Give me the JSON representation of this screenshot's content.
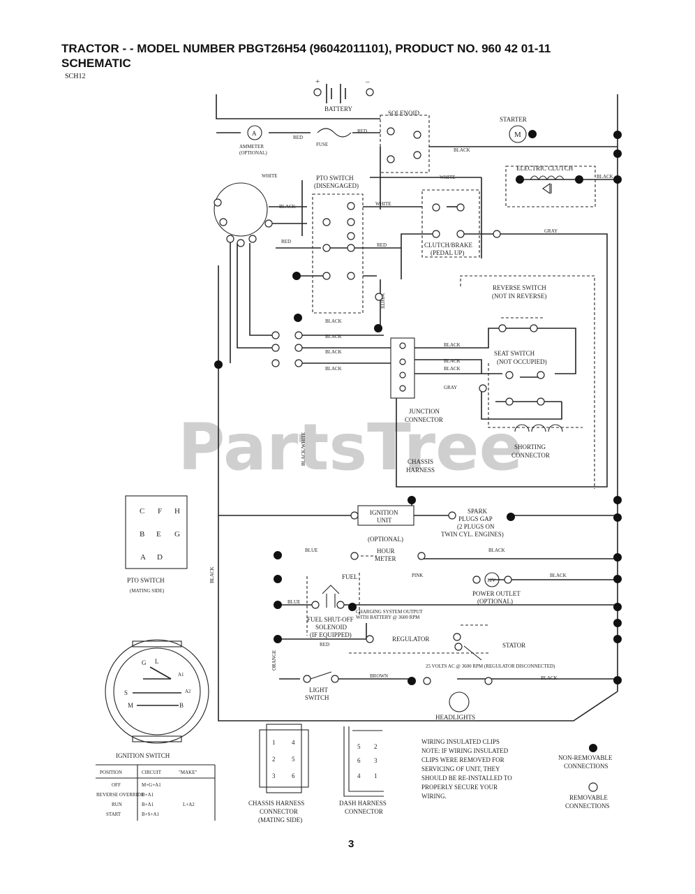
{
  "header": {
    "title": "TRACTOR - - MODEL NUMBER PBGT26H54 (96042011101), PRODUCT NO. 960 42 01-11",
    "subtitle": "SCHEMATIC",
    "code": "SCH12"
  },
  "watermark": "PartsTree",
  "page_number": "3",
  "components": {
    "battery": "BATTERY",
    "battery_plus": "+",
    "battery_minus": "–",
    "solenoid": "SOLENOID",
    "starter": "STARTER",
    "starter_symbol": "M",
    "ammeter": "AMMETER",
    "ammeter_optional": "(OPTIONAL)",
    "ammeter_symbol": "A",
    "fuse": "FUSE",
    "electric_clutch": "ELECTRIC CLUTCH",
    "pto_switch": "PTO SWITCH",
    "pto_switch_state": "(DISENGAGED)",
    "clutch_brake": "CLUTCH/BRAKE",
    "clutch_brake_state": "(PEDAL UP)",
    "reverse_switch": "REVERSE SWITCH",
    "reverse_switch_state": "(NOT IN REVERSE)",
    "seat_switch": "SEAT SWITCH",
    "seat_switch_state": "(NOT OCCUPIED)",
    "junction_connector_1": "JUNCTION",
    "junction_connector_2": "CONNECTOR",
    "shorting_connector_1": "SHORTING",
    "shorting_connector_2": "CONNECTOR",
    "chassis_harness_1": "CHASSIS",
    "chassis_harness_2": "HARNESS",
    "ignition_unit_1": "IGNITION",
    "ignition_unit_2": "UNIT",
    "spark_plugs_1": "SPARK",
    "spark_plugs_2": "PLUGS GAP",
    "spark_plugs_3": "(2 PLUGS ON",
    "spark_plugs_4": "TWIN CYL. ENGINES)",
    "hour_meter_optional": "(OPTIONAL)",
    "hour_meter_1": "HOUR",
    "hour_meter_2": "METER",
    "fuel": "FUEL",
    "power_outlet_1": "POWER OUTLET",
    "power_outlet_2": "(OPTIONAL)",
    "power_outlet_symbol": "12V",
    "fuel_shutoff_1": "FUEL SHUT-OFF",
    "fuel_shutoff_2": "SOLENOID",
    "fuel_shutoff_3": "(IF EQUIPPED)",
    "charging_1": "CHARGING SYSTEM OUTPUT",
    "charging_2": "WITH BATTERY @ 3600 RPM",
    "regulator": "REGULATOR",
    "stator": "STATOR",
    "stator_volts": "25 VOLTS AC @ 3600 RPM (REGULATOR DISCONNECTED)",
    "light_switch_1": "LIGHT",
    "light_switch_2": "SWITCH",
    "headlights": "HEADLIGHTS",
    "pto_mating_1": "PTO SWITCH",
    "pto_mating_2": "(MATING SIDE)",
    "ignition_switch": "IGNITION SWITCH",
    "chassis_conn_1": "CHASSIS HARNESS",
    "chassis_conn_2": "CONNECTOR",
    "chassis_conn_3": "(MATING SIDE)",
    "dash_conn_1": "DASH HARNESS",
    "dash_conn_2": "CONNECTOR"
  },
  "wire_colors": {
    "red": "RED",
    "black": "BLACK",
    "white": "WHITE",
    "gray": "GRAY",
    "blue": "BLUE",
    "orange": "ORANGE",
    "brown": "BROWN",
    "black_white": "BLACK/WHITE",
    "pink": "PINK"
  },
  "pto_pins": [
    [
      "C",
      "F",
      "H"
    ],
    [
      "B",
      "E",
      "G"
    ],
    [
      "A",
      "D"
    ]
  ],
  "ignition_terminals": [
    "G",
    "L",
    "A1",
    "S",
    "A2",
    "M",
    "B"
  ],
  "ignition_table": {
    "headers": [
      "POSITION",
      "CIRCUIT",
      "\"MAKE\""
    ],
    "rows": [
      [
        "OFF",
        "M+G+A1",
        ""
      ],
      [
        "REVERSE OVERRIDE",
        "B+A1",
        ""
      ],
      [
        "RUN",
        "B+A1",
        "L+A2"
      ],
      [
        "START",
        "B+S+A1",
        ""
      ]
    ]
  },
  "chassis_conn_pins": [
    "1",
    "2",
    "3",
    "4",
    "5",
    "6"
  ],
  "dash_conn_pins": [
    "5",
    "2",
    "6",
    "3",
    "4",
    "1"
  ],
  "notes": {
    "clips_title": "WIRING INSULATED CLIPS",
    "clips_1": "NOTE: IF WIRING INSULATED",
    "clips_2": "CLIPS WERE REMOVED FOR",
    "clips_3": "SERVICING OF UNIT, THEY",
    "clips_4": "SHOULD BE RE-INSTALLED TO",
    "clips_5": "PROPERLY SECURE YOUR",
    "clips_6": "WIRING.",
    "legend_nr_1": "NON-REMOVABLE",
    "legend_nr_2": "CONNECTIONS",
    "legend_rm_1": "REMOVABLE",
    "legend_rm_2": "CONNECTIONS"
  },
  "colors": {
    "ink": "#222222",
    "watermark": "#cfcfcf",
    "paper": "#ffffff"
  }
}
